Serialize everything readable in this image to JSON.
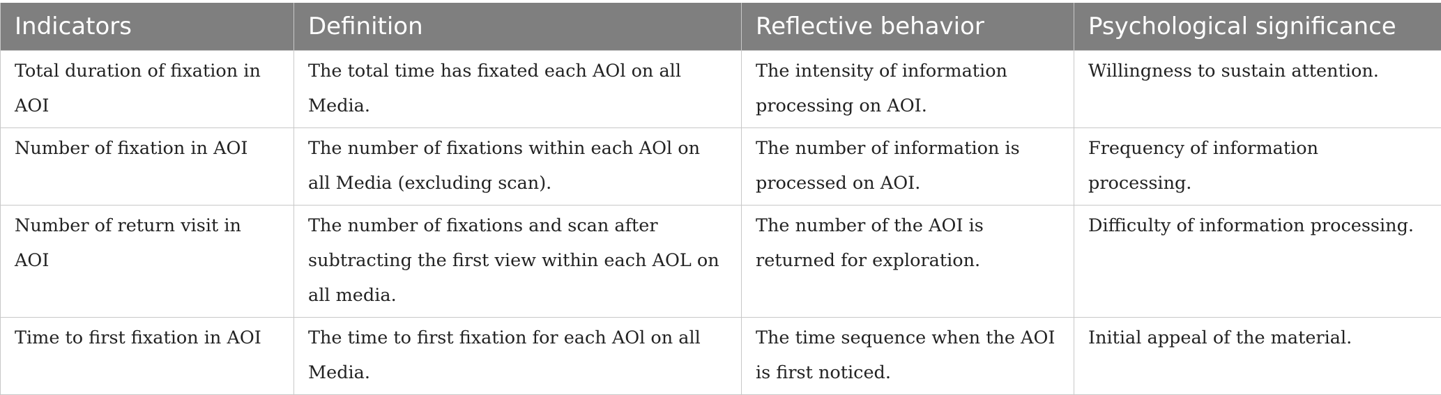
{
  "table": {
    "headers": [
      "Indicators",
      "Definition",
      "Reflective behavior",
      "Psychological significance"
    ],
    "rows": [
      [
        "Total duration of fixation in AOI",
        "The total time has fixated each AOl on all Media.",
        "The intensity of information processing on AOI.",
        "Willingness to sustain attention."
      ],
      [
        "Number of fixation in AOI",
        "The number of fixations within each AOl on all Media (excluding scan).",
        "The number of information is processed on AOI.",
        "Frequency of information processing."
      ],
      [
        "Number of return visit in AOI",
        "The number of fixations and scan after subtracting the first view within each AOL on all media.",
        "The number of the AOI is returned for exploration.",
        "Difficulty of information processing."
      ],
      [
        "Time to first fixation in AOI",
        "The time to first fixation for each AOl on all Media.",
        "The time sequence when the AOI is first noticed.",
        "Initial appeal of the material."
      ]
    ]
  },
  "colors": {
    "header_bg": "#7f7f7f",
    "header_text": "#ffffff",
    "border": "#c8c8c8",
    "body_text": "#222222"
  }
}
